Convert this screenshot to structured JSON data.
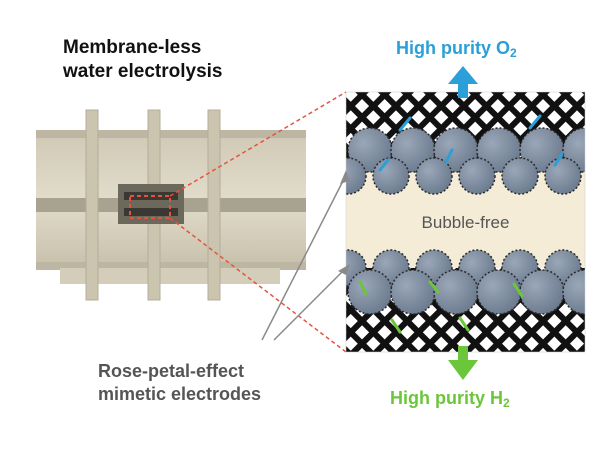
{
  "title": {
    "line1": "Membrane-less",
    "line2": "water electrolysis"
  },
  "top_output": {
    "text": "High purity O",
    "subscript": "2",
    "color": "#2a9fd8"
  },
  "bottom_output": {
    "text": "High purity H",
    "subscript": "2",
    "color": "#6cc63c"
  },
  "center_label": "Bubble-free",
  "electrode_label": {
    "line1": "Rose-petal-effect",
    "line2": "mimetic electrodes"
  },
  "colors": {
    "device_body": "#d9d3c0",
    "gap_background": "#f4ecd7",
    "sphere": "#7f8da0",
    "callout_dashes": "#e5533f",
    "pointer": "#8a8a8a"
  }
}
